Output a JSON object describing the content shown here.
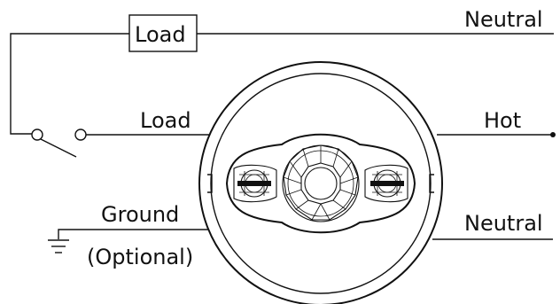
{
  "labels": {
    "load_box": "Load",
    "neutral_top": "Neutral",
    "load_wire": "Load",
    "hot": "Hot",
    "ground": "Ground",
    "optional": "(Optional)",
    "neutral_bottom": "Neutral"
  },
  "icons": {
    "sensor": "occupancy-sensor-icon",
    "ground": "ground-symbol-icon",
    "switch": "switch-icon"
  },
  "colors": {
    "line": "#111111",
    "background": "#ffffff"
  }
}
